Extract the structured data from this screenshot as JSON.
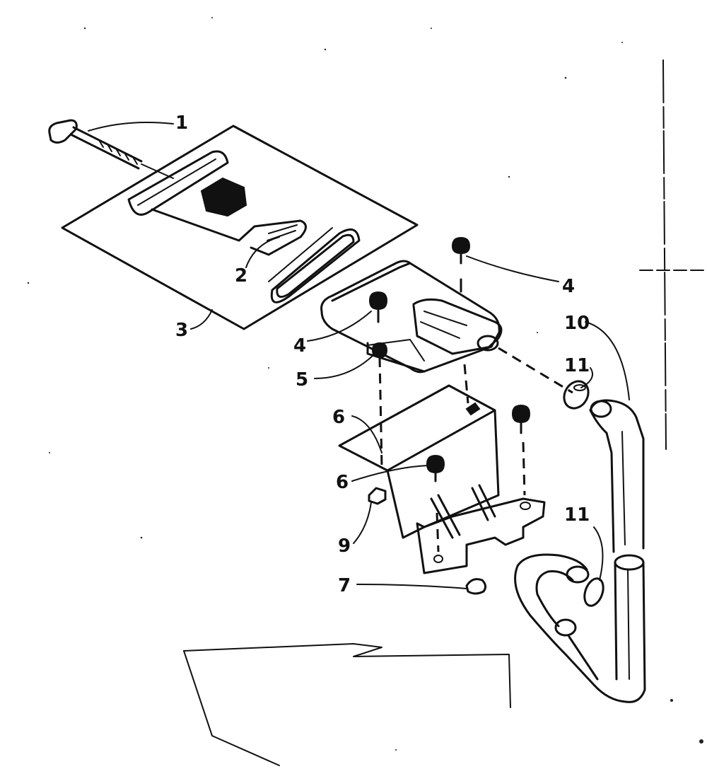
{
  "callouts": {
    "c1": "1",
    "c2": "2",
    "c3": "3",
    "c4a": "4",
    "c4b": "4",
    "c5": "5",
    "c6a": "6",
    "c6b": "6",
    "c7": "7",
    "c9": "9",
    "c10": "10",
    "c11a": "11",
    "c11b": "11"
  }
}
